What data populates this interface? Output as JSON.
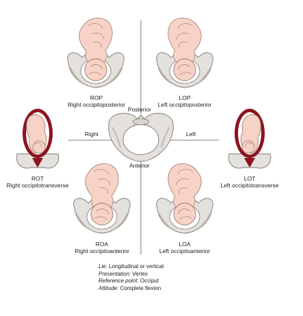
{
  "diagram": {
    "colors": {
      "pelvis": "#e4e1dc",
      "pelvis_shade": "#bdb8b1",
      "pelvis_outline": "#7a7570",
      "fetus": "#f6d3c6",
      "fetus_outline": "#9b7668",
      "uterus": "#8b1420",
      "axis_line": "#555555"
    },
    "axes": {
      "posterior": "Posterior",
      "anterior": "Anterior",
      "right": "Right",
      "left": "Left"
    },
    "positions": [
      {
        "abbr": "ROP",
        "name": "Right occipitoposterior",
        "view": "back",
        "icon": "fetus-in-pelvis-icon"
      },
      {
        "abbr": "LOP",
        "name": "Left occipitoposterior",
        "view": "back",
        "icon": "fetus-in-pelvis-icon"
      },
      {
        "abbr": "ROT",
        "name": "Right occipitotransverse",
        "view": "side",
        "icon": "fetus-in-uterus-icon"
      },
      {
        "abbr": "LOT",
        "name": "Left occipitotransverse",
        "view": "side",
        "icon": "fetus-in-uterus-icon"
      },
      {
        "abbr": "ROA",
        "name": "Right occipitoanterior",
        "view": "front",
        "icon": "fetus-in-pelvis-icon"
      },
      {
        "abbr": "LOA",
        "name": "Left occipitoanterior",
        "view": "front",
        "icon": "fetus-in-pelvis-icon"
      }
    ],
    "legend": [
      {
        "key": "Lie:",
        "value": "Longitudinal or vertical"
      },
      {
        "key": "Presentation:",
        "value": "Vertex"
      },
      {
        "key": "Reference point:",
        "value": "Occiput"
      },
      {
        "key": "Attitude:",
        "value": "Complete flexion"
      }
    ]
  }
}
